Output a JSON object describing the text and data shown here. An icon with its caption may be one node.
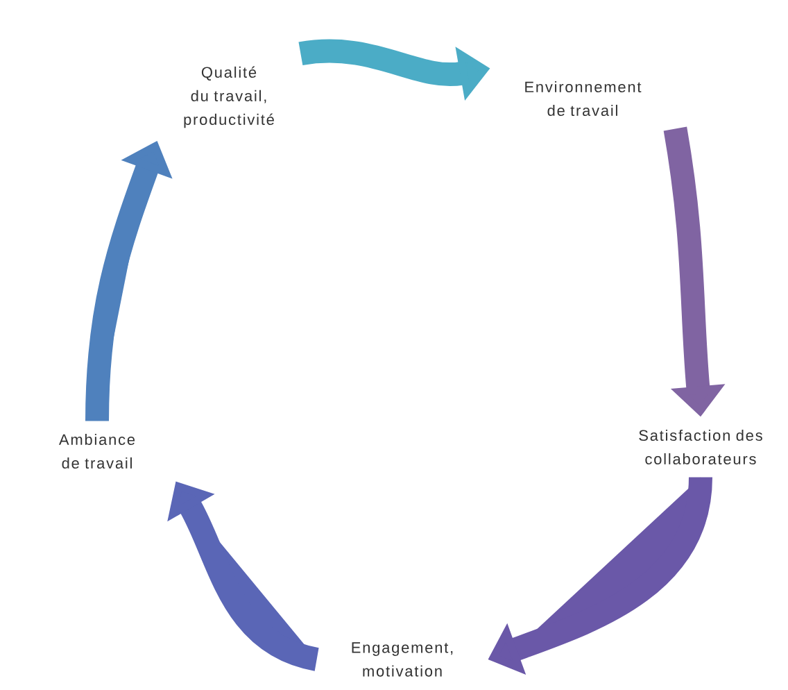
{
  "diagram": {
    "nodes": [
      {
        "text": [
          "Qualité du travail, productivité"
        ]
      },
      {
        "text": [
          "Environnement de travail"
        ]
      },
      {
        "text": [
          "Satisfaction des collaborateurs"
        ]
      },
      {
        "text": [
          "Engagement, motivation"
        ]
      },
      {
        "text": [
          "Ambiance de travail"
        ]
      }
    ],
    "edges": [
      {
        "from": 0,
        "to": 1,
        "arrow": "to",
        "color": "#4bacc6"
      },
      {
        "from": 1,
        "to": 2,
        "arrow": "to",
        "color": "#8064a2"
      },
      {
        "from": 2,
        "to": 3,
        "arrow": "to",
        "color": "#6a58a8"
      },
      {
        "from": 3,
        "to": 4,
        "arrow": "to",
        "color": "#5a66b6"
      },
      {
        "from": 4,
        "to": 0,
        "arrow": "to",
        "color": "#4f81bd"
      }
    ]
  }
}
